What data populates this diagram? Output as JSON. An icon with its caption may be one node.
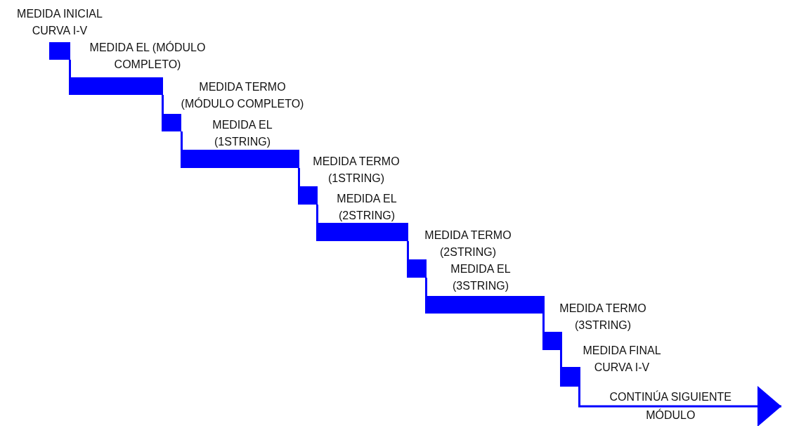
{
  "diagram": {
    "nodes": [
      {
        "text": [],
        "shape": "bar",
        "beside": [
          "MEDIDA INICIAL CURVA I-V"
        ]
      },
      {
        "text": [],
        "shape": "bar",
        "beside": [
          "MEDIDA EL (MÓDULO COMPLETO)"
        ]
      },
      {
        "text": [],
        "shape": "bar",
        "beside": [
          "MEDIDA TERMO (MÓDULO COMPLETO)"
        ]
      },
      {
        "text": [],
        "shape": "bar",
        "beside": [
          "MEDIDA EL (1STRING)"
        ]
      },
      {
        "text": [],
        "shape": "bar",
        "beside": [
          "MEDIDA TERMO (1STRING)"
        ]
      },
      {
        "text": [],
        "shape": "bar",
        "beside": [
          "MEDIDA EL (2STRING)"
        ]
      },
      {
        "text": [],
        "shape": "bar",
        "beside": [
          "MEDIDA TERMO (2STRING)"
        ]
      },
      {
        "text": [],
        "shape": "bar",
        "beside": [
          "MEDIDA EL (3STRING)"
        ]
      },
      {
        "text": [],
        "shape": "bar",
        "beside": [
          "MEDIDA TERMO (3STRING)"
        ]
      },
      {
        "text": [],
        "shape": "bar",
        "beside": [
          "MEDIDA FINAL CURVA I-V"
        ]
      }
    ],
    "edges": [
      {
        "from": 0,
        "to": 1,
        "arrow": "none"
      },
      {
        "from": 1,
        "to": 2,
        "arrow": "none"
      },
      {
        "from": 2,
        "to": 3,
        "arrow": "none"
      },
      {
        "from": 3,
        "to": 4,
        "arrow": "none"
      },
      {
        "from": 4,
        "to": 5,
        "arrow": "none"
      },
      {
        "from": 5,
        "to": 6,
        "arrow": "none"
      },
      {
        "from": 6,
        "to": 7,
        "arrow": "none"
      },
      {
        "from": 7,
        "to": 8,
        "arrow": "none"
      },
      {
        "from": 8,
        "to": 9,
        "arrow": "none"
      },
      {
        "from": 9,
        "to": null,
        "arrow": "to",
        "label": "CONTINÚA SIGUIENTE MÓDULO"
      }
    ]
  }
}
